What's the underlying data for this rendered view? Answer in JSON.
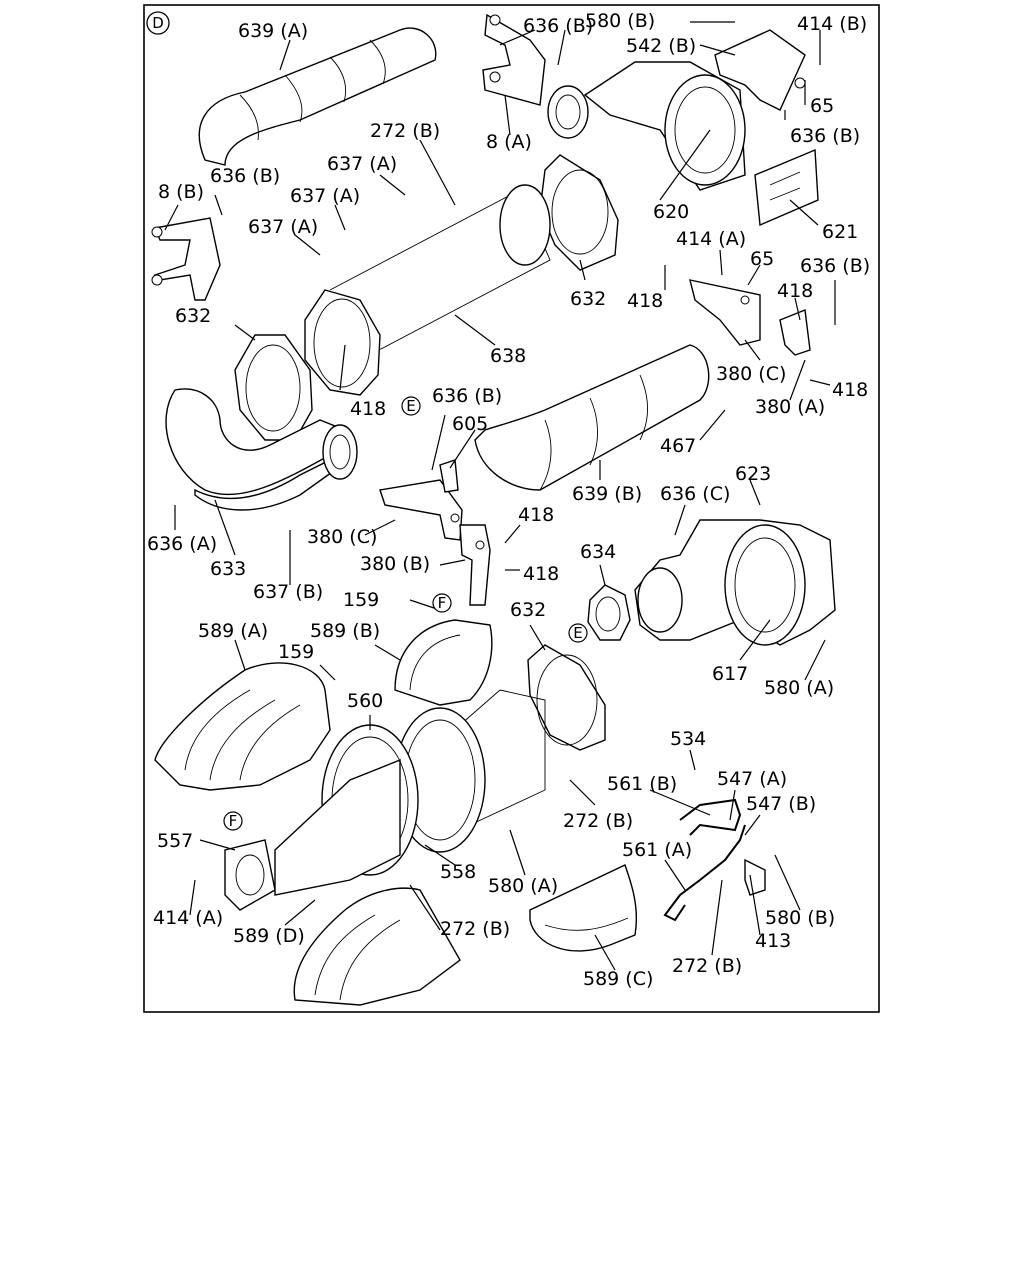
{
  "section_marker": "D",
  "sub_markers": {
    "e1": "E",
    "e2": "E",
    "f1": "F",
    "f2": "F"
  },
  "callouts": [
    {
      "id": "c-639a",
      "text": "639 (A)"
    },
    {
      "id": "c-636b-1",
      "text": "636 (B)"
    },
    {
      "id": "c-580b-1",
      "text": "580 (B)"
    },
    {
      "id": "c-414b",
      "text": "414 (B)"
    },
    {
      "id": "c-542b",
      "text": "542 (B)"
    },
    {
      "id": "c-65-1",
      "text": "65"
    },
    {
      "id": "c-636b-2",
      "text": "636 (B)"
    },
    {
      "id": "c-8a",
      "text": "8 (A)"
    },
    {
      "id": "c-272b-1",
      "text": "272 (B)"
    },
    {
      "id": "c-637a-1",
      "text": "637 (A)"
    },
    {
      "id": "c-636b-3",
      "text": "636 (B)"
    },
    {
      "id": "c-8b",
      "text": "8 (B)"
    },
    {
      "id": "c-637a-2",
      "text": "637 (A)"
    },
    {
      "id": "c-637a-3",
      "text": "637 (A)"
    },
    {
      "id": "c-620",
      "text": "620"
    },
    {
      "id": "c-621",
      "text": "621"
    },
    {
      "id": "c-414a-1",
      "text": "414 (A)"
    },
    {
      "id": "c-65-2",
      "text": "65"
    },
    {
      "id": "c-636b-4",
      "text": "636 (B)"
    },
    {
      "id": "c-632-1",
      "text": "632"
    },
    {
      "id": "c-418-1",
      "text": "418"
    },
    {
      "id": "c-418-2",
      "text": "418"
    },
    {
      "id": "c-632-2",
      "text": "632"
    },
    {
      "id": "c-638",
      "text": "638"
    },
    {
      "id": "c-380c-1",
      "text": "380 (C)"
    },
    {
      "id": "c-418-3",
      "text": "418"
    },
    {
      "id": "c-380a",
      "text": "380 (A)"
    },
    {
      "id": "c-418-4",
      "text": "418"
    },
    {
      "id": "c-636b-5",
      "text": "636 (B)"
    },
    {
      "id": "c-605",
      "text": "605"
    },
    {
      "id": "c-467",
      "text": "467"
    },
    {
      "id": "c-639b",
      "text": "639 (B)"
    },
    {
      "id": "c-636c",
      "text": "636 (C)"
    },
    {
      "id": "c-623",
      "text": "623"
    },
    {
      "id": "c-636a",
      "text": "636 (A)"
    },
    {
      "id": "c-633",
      "text": "633"
    },
    {
      "id": "c-380c-2",
      "text": "380 (C)"
    },
    {
      "id": "c-418-5",
      "text": "418"
    },
    {
      "id": "c-380b",
      "text": "380 (B)"
    },
    {
      "id": "c-418-6",
      "text": "418"
    },
    {
      "id": "c-634",
      "text": "634"
    },
    {
      "id": "c-637b",
      "text": "637 (B)"
    },
    {
      "id": "c-159-1",
      "text": "159"
    },
    {
      "id": "c-632-3",
      "text": "632"
    },
    {
      "id": "c-589a",
      "text": "589 (A)"
    },
    {
      "id": "c-589b",
      "text": "589 (B)"
    },
    {
      "id": "c-617",
      "text": "617"
    },
    {
      "id": "c-580a-1",
      "text": "580 (A)"
    },
    {
      "id": "c-159-2",
      "text": "159"
    },
    {
      "id": "c-560",
      "text": "560"
    },
    {
      "id": "c-534",
      "text": "534"
    },
    {
      "id": "c-561b",
      "text": "561 (B)"
    },
    {
      "id": "c-547a",
      "text": "547 (A)"
    },
    {
      "id": "c-547b",
      "text": "547 (B)"
    },
    {
      "id": "c-272b-2",
      "text": "272 (B)"
    },
    {
      "id": "c-557",
      "text": "557"
    },
    {
      "id": "c-561a",
      "text": "561 (A)"
    },
    {
      "id": "c-558",
      "text": "558"
    },
    {
      "id": "c-580a-2",
      "text": "580 (A)"
    },
    {
      "id": "c-414a-2",
      "text": "414 (A)"
    },
    {
      "id": "c-580b-2",
      "text": "580 (B)"
    },
    {
      "id": "c-589d",
      "text": "589 (D)"
    },
    {
      "id": "c-272b-3",
      "text": "272 (B)"
    },
    {
      "id": "c-413",
      "text": "413"
    },
    {
      "id": "c-272b-4",
      "text": "272 (B)"
    },
    {
      "id": "c-589c",
      "text": "589 (C)"
    }
  ]
}
